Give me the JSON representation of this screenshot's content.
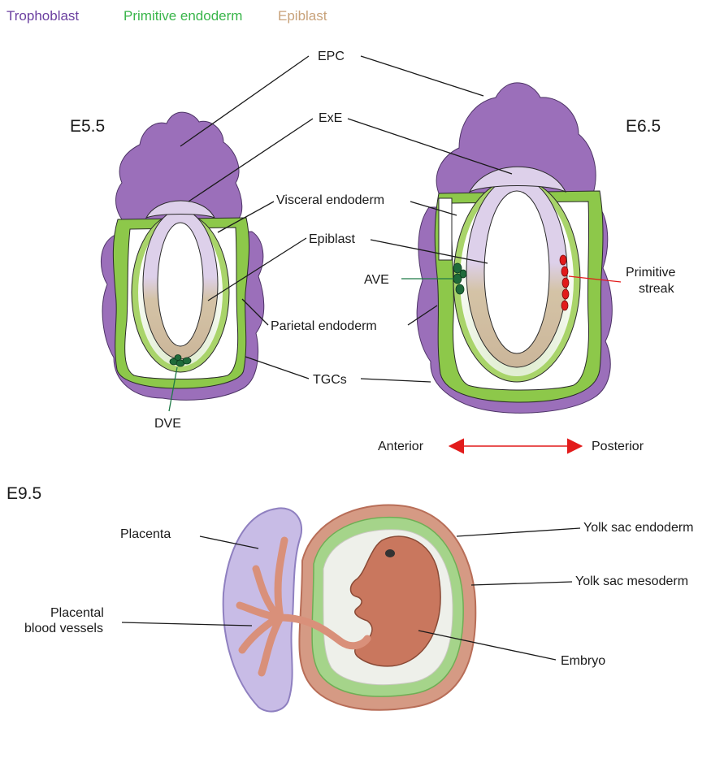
{
  "legend": [
    {
      "label": "Trophoblast",
      "color": "#6b3fa0"
    },
    {
      "label": "Primitive endoderm",
      "color": "#39b54a"
    },
    {
      "label": "Epiblast",
      "color": "#c8a27a"
    }
  ],
  "stages": {
    "e55": "E5.5",
    "e65": "E6.5",
    "e95": "E9.5"
  },
  "labels": {
    "epc": "EPC",
    "exe": "ExE",
    "visceral_endoderm": "Visceral endoderm",
    "epiblast": "Epiblast",
    "parietal_endoderm": "Parietal endoderm",
    "tgcs": "TGCs",
    "dve": "DVE",
    "ave": "AVE",
    "primitive_streak_1": "Primitive",
    "primitive_streak_2": "streak",
    "placenta": "Placenta",
    "placental_vessels_1": "Placental",
    "placental_vessels_2": "blood vessels",
    "yolk_sac_endoderm": "Yolk sac endoderm",
    "yolk_sac_mesoderm": "Yolk sac mesoderm",
    "embryo": "Embryo"
  },
  "axis": {
    "anterior": "Anterior",
    "posterior": "Posterior"
  },
  "colors": {
    "trophoblast": "#9b6fba",
    "primitive_endoderm": "#8dc84a",
    "exe_cell": "#ddd0ea",
    "epiblast_cell": "#d4c3a6",
    "dve": "#1f6b3a",
    "streak": "#e21b1b",
    "accent_red": "#e21b1b",
    "accent_green": "#1f7a47"
  }
}
